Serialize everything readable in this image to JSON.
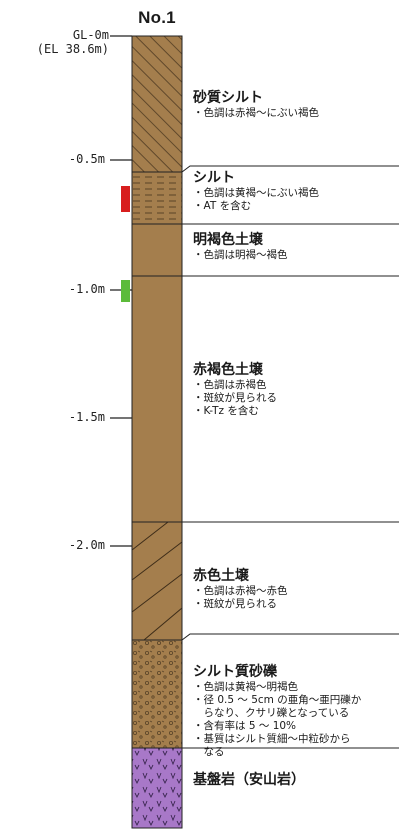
{
  "title": "No.1",
  "ground_level": {
    "label": "GL-0m",
    "elevation": "(EL 38.6m)"
  },
  "depth_labels": [
    "-0.5m",
    "-1.0m",
    "-1.5m",
    "-2.0m"
  ],
  "colors": {
    "soil": "#a47e4d",
    "hatch": "#5a4428",
    "bedrock": "#a878c8",
    "marker_red": "#d81e1e",
    "marker_green": "#5cbb3a"
  },
  "markers": [
    {
      "name": "red-sample-marker",
      "color": "red"
    },
    {
      "name": "green-sample-marker",
      "color": "green"
    }
  ],
  "layers": [
    {
      "name": "砂質シルト",
      "desc": [
        "・色調は赤褐～にぶい褐色"
      ]
    },
    {
      "name": "シルト",
      "desc": [
        "・色調は黄褐～にぶい褐色",
        "・AT を含む"
      ]
    },
    {
      "name": "明褐色土壌",
      "desc": [
        "・色調は明褐～褐色"
      ]
    },
    {
      "name": "赤褐色土壌",
      "desc": [
        "・色調は赤褐色",
        "・斑紋が見られる",
        "・K-Tz を含む"
      ]
    },
    {
      "name": "赤色土壌",
      "desc": [
        "・色調は赤褐～赤色",
        "・斑紋が見られる"
      ]
    },
    {
      "name": "シルト質砂礫",
      "desc": [
        "・色調は黄褐～明褐色",
        "・径 0.5 ～ 5cm の亜角～亜円礫か",
        "　らなり、クサリ礫となっている",
        "・含有率は 5 ～ 10%",
        "・基質はシルト質細～中粒砂から",
        "　なる"
      ]
    },
    {
      "name": "基盤岩（安山岩）",
      "desc": []
    }
  ]
}
